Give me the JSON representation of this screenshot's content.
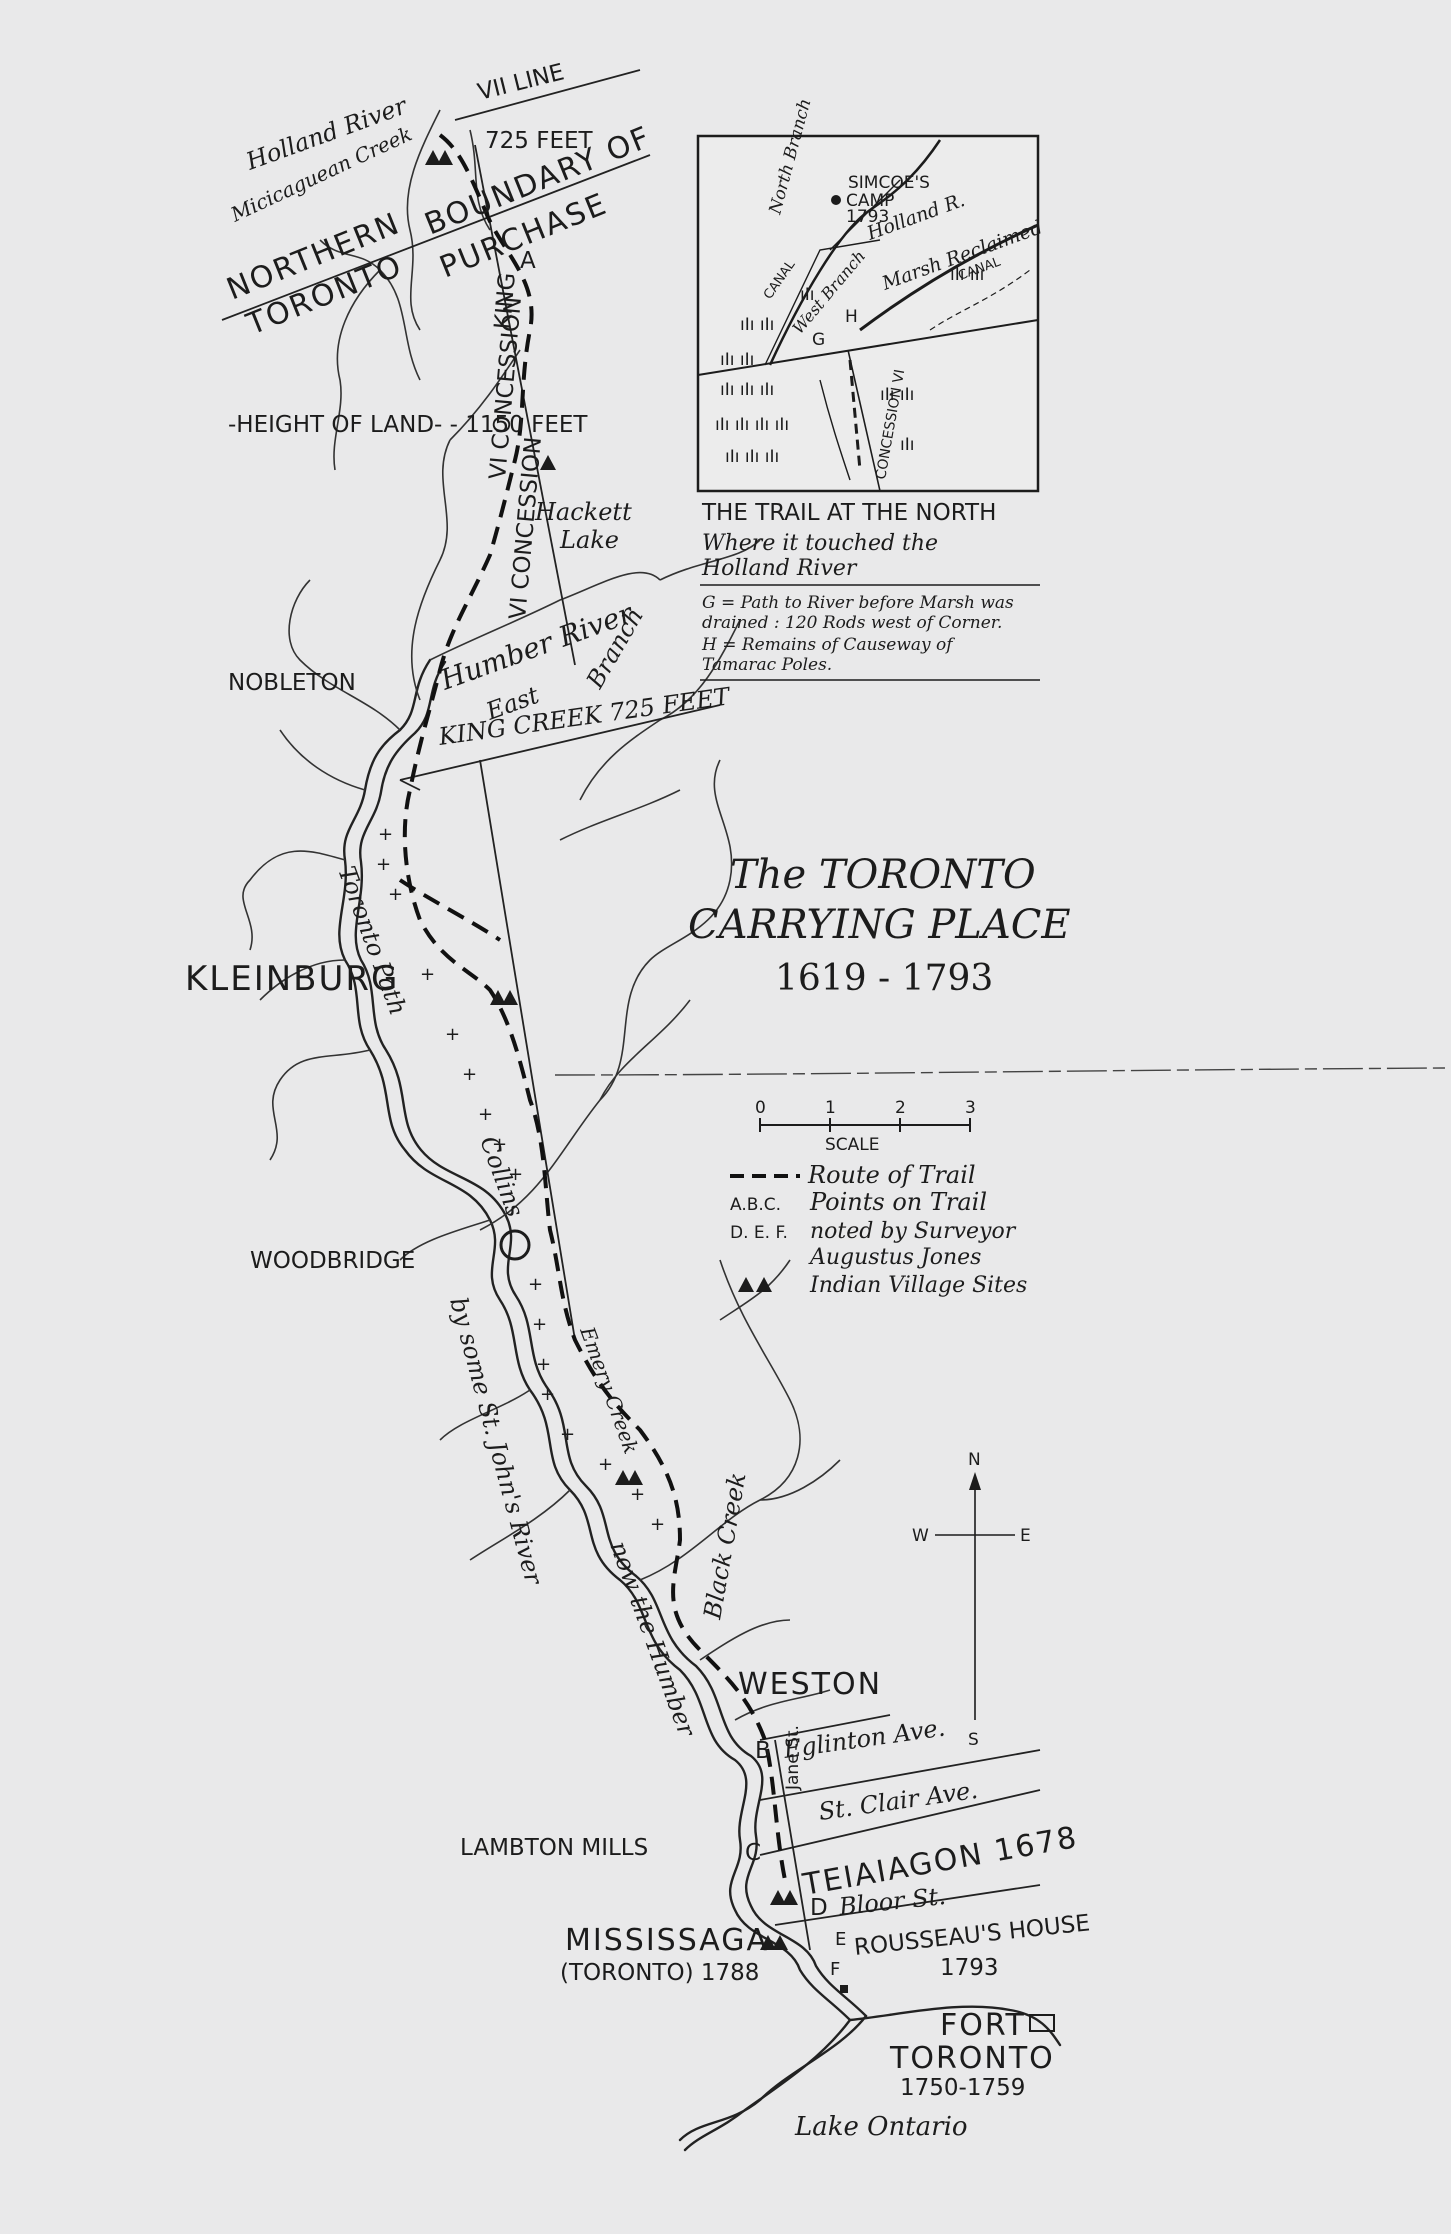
{
  "title": {
    "line1": "The TORONTO",
    "line2": "CARRYING PLACE",
    "years": "1619 - 1793"
  },
  "inset": {
    "heading": "THE TRAIL AT THE NORTH",
    "subtitle1": "Where it touched the",
    "subtitle2": "Holland River",
    "note_g1": "G = Path to River before Marsh was",
    "note_g2": "drained : 120 Rods west of Corner.",
    "note_h1": "H = Remains of Causeway of",
    "note_h2": "Tamarac Poles.",
    "labels": {
      "camp1": "SIMCOE'S",
      "camp2": "CAMP",
      "camp_year": "1793",
      "north_branch": "North Branch",
      "holland": "Holland R.",
      "marsh": "Marsh Reclaimed",
      "canal1": "CANAL",
      "canal2": "CANAL",
      "west_branch": "West Branch",
      "g": "G",
      "h": "H",
      "concession": "CONCESSION VI"
    }
  },
  "legend": {
    "scale_ticks": [
      "0",
      "1",
      "2",
      "3"
    ],
    "scale_label": "SCALE",
    "route": "Route of Trail",
    "points_code1": "A.B.C.",
    "points_code2": "D. E. F.",
    "points_text1": "Points on Trail",
    "points_text2": "noted by Surveyor",
    "points_text3": "Augustus Jones",
    "village": "Indian Village Sites"
  },
  "compass": {
    "n": "N",
    "s": "S",
    "e": "E",
    "w": "W"
  },
  "labels": {
    "holland_river": "Holland River",
    "micicaguean": "Micicaguean Creek",
    "vii_line": "VII LINE",
    "feet725a": "725 FEET",
    "boundary1": "BOUNDARY OF",
    "northern": "NORTHERN",
    "toronto": "TORONTO",
    "purchase": "PURCHASE",
    "point_a": "A",
    "king": "KING",
    "concession_vi": "VI CONCESSION",
    "height": "-HEIGHT OF LAND- - 1150 FEET",
    "hackett1": "Hackett",
    "hackett2": "Lake",
    "humber_river": "Humber River",
    "east_branch1": "East",
    "east_branch2": "Branch",
    "nobleton": "NOBLETON",
    "king_creek": "KING CREEK 725 FEET",
    "klein": "KLEINBURG",
    "toronto_path": "Toronto Path",
    "collins": "Collins",
    "woodbridge": "WOODBRIDGE",
    "st_johns": "by some St. John's River",
    "now_humber": "now the Humber",
    "emery": "Emery Creek",
    "black_creek": "Black Creek",
    "weston": "WESTON",
    "point_b": "B",
    "eglinton": "Eglinton Ave.",
    "jane": "Jane St.",
    "st_clair": "St. Clair Ave.",
    "lambton": "LAMBTON MILLS",
    "point_c": "C",
    "teiaiagon": "TEIAIAGON 1678",
    "point_d": "D",
    "bloor": "Bloor St.",
    "point_e": "E",
    "point_f": "F",
    "rousseau1": "ROUSSEAU'S HOUSE",
    "rousseau2": "1793",
    "mississaga1": "MISSISSAGA",
    "mississaga2": "(TORONTO) 1788",
    "fort1": "FORT",
    "fort2": "TORONTO",
    "fort3": "1750-1759",
    "lake": "Lake Ontario"
  }
}
